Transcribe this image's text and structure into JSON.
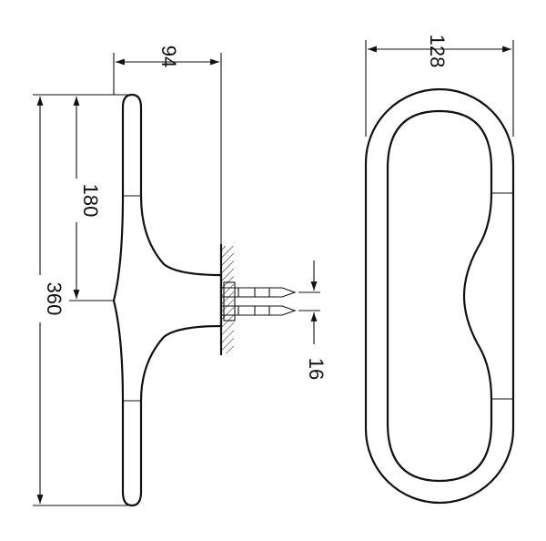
{
  "dimensions": {
    "width_side": "94",
    "width_front": "128",
    "height_half": "180",
    "height_total": "360",
    "screw_spacing": "16"
  }
}
